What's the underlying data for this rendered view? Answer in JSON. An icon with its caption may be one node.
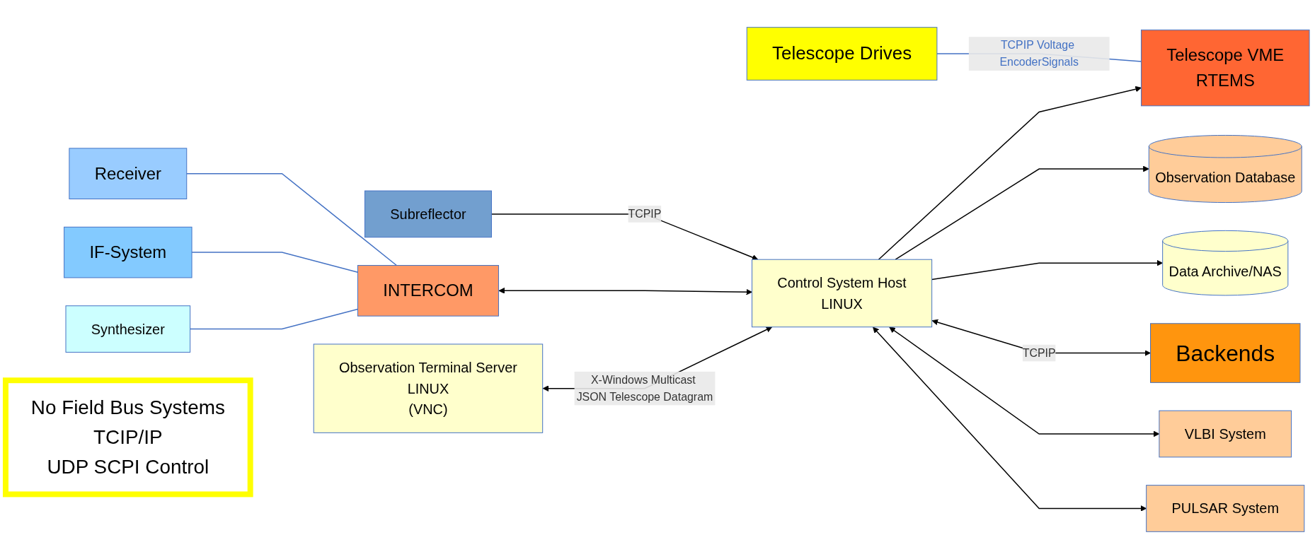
{
  "diagram": {
    "nodes": [
      {
        "text": [
          "Telescope Drives"
        ]
      },
      {
        "text": [
          "Telescope VME",
          "RTEMS"
        ]
      },
      {
        "text": [
          "Observation Terminal Server",
          "LINUX",
          "(VNC)"
        ]
      },
      {
        "text": [
          "Subreflector"
        ]
      },
      {
        "text": [
          "Observation Database"
        ]
      },
      {
        "text": [
          "Receiver"
        ]
      },
      {
        "text": [
          "INTERCOM"
        ]
      },
      {
        "text": [
          "Control System Host",
          "LINUX"
        ]
      },
      {
        "text": [
          "Data Archive/NAS"
        ]
      },
      {
        "text": [
          "IF-System"
        ]
      },
      {
        "text": [
          "No Field Bus Systems",
          "TCIP/IP",
          "UDP SCPI Control"
        ]
      },
      {
        "text": [
          "Synthesizer"
        ]
      },
      {
        "text": [
          "Backends"
        ]
      },
      {
        "text": [
          "VLBI System"
        ]
      },
      {
        "text": [
          "PULSAR System"
        ]
      }
    ],
    "edges": [
      {
        "from": 0,
        "to": 1,
        "arrow": "none",
        "label": "TCPIP Voltage EncoderSignals",
        "color": "#4472c4"
      },
      {
        "from": 3,
        "to": 7,
        "arrow": "to",
        "label": "TCPIP"
      },
      {
        "from": 7,
        "to": 1,
        "arrow": "to"
      },
      {
        "from": 6,
        "to": 7,
        "arrow": "both"
      },
      {
        "from": 5,
        "to": 6,
        "arrow": "none",
        "color": "#4472c4"
      },
      {
        "from": 9,
        "to": 6,
        "arrow": "none",
        "color": "#4472c4"
      },
      {
        "from": 11,
        "to": 6,
        "arrow": "none",
        "color": "#4472c4"
      },
      {
        "from": 2,
        "to": 7,
        "arrow": "both",
        "label": "X-Windows Multicast JSON Telescope Datagram"
      },
      {
        "from": 7,
        "to": 4,
        "arrow": "to"
      },
      {
        "from": 7,
        "to": 8,
        "arrow": "to"
      },
      {
        "from": 7,
        "to": 12,
        "arrow": "both",
        "label": "TCPIP"
      },
      {
        "from": 7,
        "to": 13,
        "arrow": "both"
      },
      {
        "from": 7,
        "to": 14,
        "arrow": "both"
      }
    ]
  }
}
